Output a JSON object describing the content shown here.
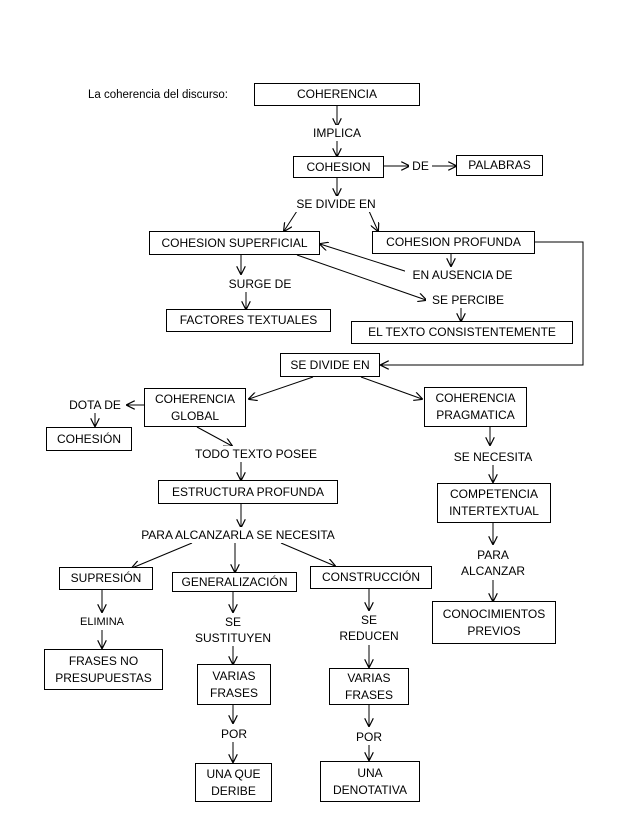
{
  "intro": "La coherencia del discurso:",
  "nodes": {
    "coherencia": "COHERENCIA",
    "cohesion": "COHESION",
    "palabras": "PALABRAS",
    "cohesion_superficial": "COHESION SUPERFICIAL",
    "cohesion_profunda": "COHESION PROFUNDA",
    "factores_textuales": "FACTORES TEXTUALES",
    "texto_consistente": "EL TEXTO CONSISTENTEMENTE",
    "se_divide_en_box": "SE DIVIDE EN",
    "coherencia_global": "COHERENCIA\nGLOBAL",
    "coherencia_pragmatica": "COHERENCIA\nPRAGMATICA",
    "cohesion_acento": "COHESIÓN",
    "estructura_profunda": "ESTRUCTURA PROFUNDA",
    "competencia_intertextual": "COMPETENCIA\nINTERTEXTUAL",
    "supresion": "SUPRESIÓN",
    "generalizacion": "GENERALIZACIÓN",
    "construccion": "CONSTRUCCIÓN",
    "conocimientos_previos": "CONOCIMIENTOS\nPREVIOS",
    "frases_no_presupuestas": "FRASES NO\nPRESUPUESTAS",
    "varias_frases_1": "VARIAS\nFRASES",
    "varias_frases_2": "VARIAS\nFRASES",
    "una_que_deribe": "UNA QUE\nDERIBE",
    "una_denotativa": "UNA\nDENOTATIVA"
  },
  "links": {
    "implica": "IMPLICA",
    "de": "DE",
    "se_divide_en": "SE DIVIDE EN",
    "en_ausencia_de": "EN AUSENCIA DE",
    "surge_de": "SURGE DE",
    "se_percibe": "SE PERCIBE",
    "dota_de": "DOTA DE",
    "todo_texto_posee": "TODO TEXTO POSEE",
    "se_necesita": "SE NECESITA",
    "para_alcanzarla": "PARA ALCANZARLA SE NECESITA",
    "para_alcanzar": "PARA\nALCANZAR",
    "elimina": "ELIMINA",
    "se_sustituyen": "SE\nSUSTITUYEN",
    "se_reducen": "SE\nREDUCEN",
    "por_1": "POR",
    "por_2": "POR"
  }
}
